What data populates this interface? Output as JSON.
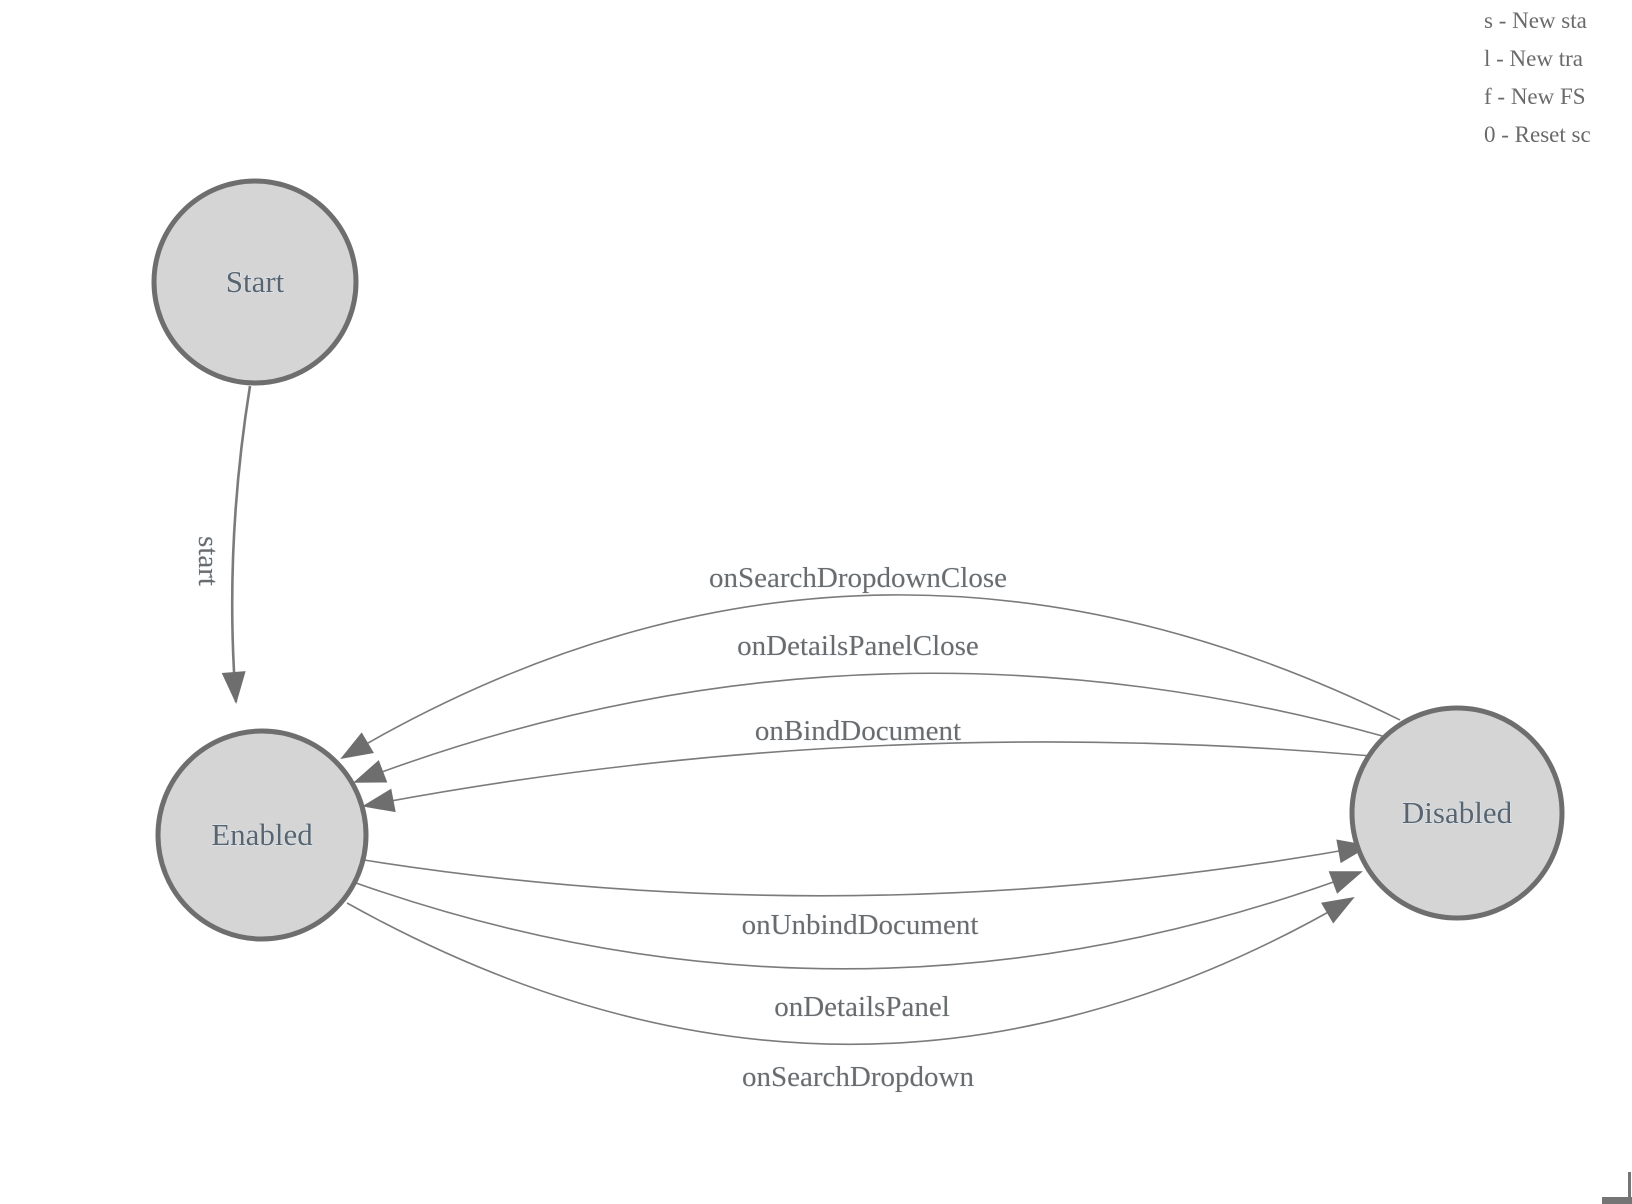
{
  "legend": {
    "lines": [
      "s - New sta",
      "l - New tra",
      "f - New FS",
      "0 - Reset sc"
    ]
  },
  "diagram": {
    "states": [
      {
        "label": "Start"
      },
      {
        "label": "Enabled"
      },
      {
        "label": "Disabled"
      }
    ],
    "transitions": [
      {
        "label": "start",
        "from": "Start",
        "to": "Enabled"
      },
      {
        "label": "onSearchDropdownClose",
        "from": "Disabled",
        "to": "Enabled"
      },
      {
        "label": "onDetailsPanelClose",
        "from": "Disabled",
        "to": "Enabled"
      },
      {
        "label": "onBindDocument",
        "from": "Disabled",
        "to": "Enabled"
      },
      {
        "label": "onUnbindDocument",
        "from": "Enabled",
        "to": "Disabled"
      },
      {
        "label": "onDetailsPanel",
        "from": "Enabled",
        "to": "Disabled"
      },
      {
        "label": "onSearchDropdown",
        "from": "Enabled",
        "to": "Disabled"
      }
    ],
    "colors": {
      "state_fill": "#d5d5d5",
      "state_stroke": "#6e6e6e",
      "edge_stroke": "#7b7b7b",
      "edge_label_text": "#6b6b6b",
      "state_label_text": "#5a646e",
      "legend_text": "#6a6a6a",
      "arrowhead": "#6e6e6e"
    }
  }
}
